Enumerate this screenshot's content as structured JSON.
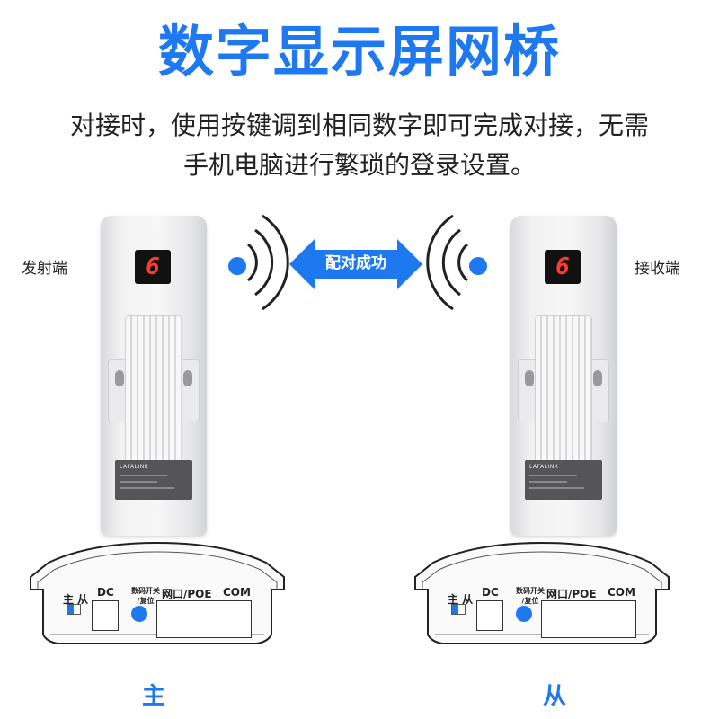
{
  "title": "数字显示屏网桥",
  "description": {
    "line1": "对接时，使用按键调到相同数字即可完成对接，无需",
    "line2": "手机电脑进行繁琐的登录设置。"
  },
  "devices": {
    "left": {
      "label": "发射端",
      "display_digit": "6",
      "brand": "LAFALINK"
    },
    "right": {
      "label": "接收端",
      "display_digit": "6",
      "brand": "LAFALINK"
    }
  },
  "pairing": {
    "label": "配对成功"
  },
  "panel": {
    "master_slave_label": "主 从",
    "dc_label": "DC",
    "switch_label_line1": "数码开关",
    "switch_label_line2": "/复位",
    "net_label": "网口/POE",
    "com_label": "COM"
  },
  "roles": {
    "left": "主",
    "right": "从"
  },
  "colors": {
    "accent": "#1e78f0",
    "display_digit": "#ff3b2f"
  }
}
